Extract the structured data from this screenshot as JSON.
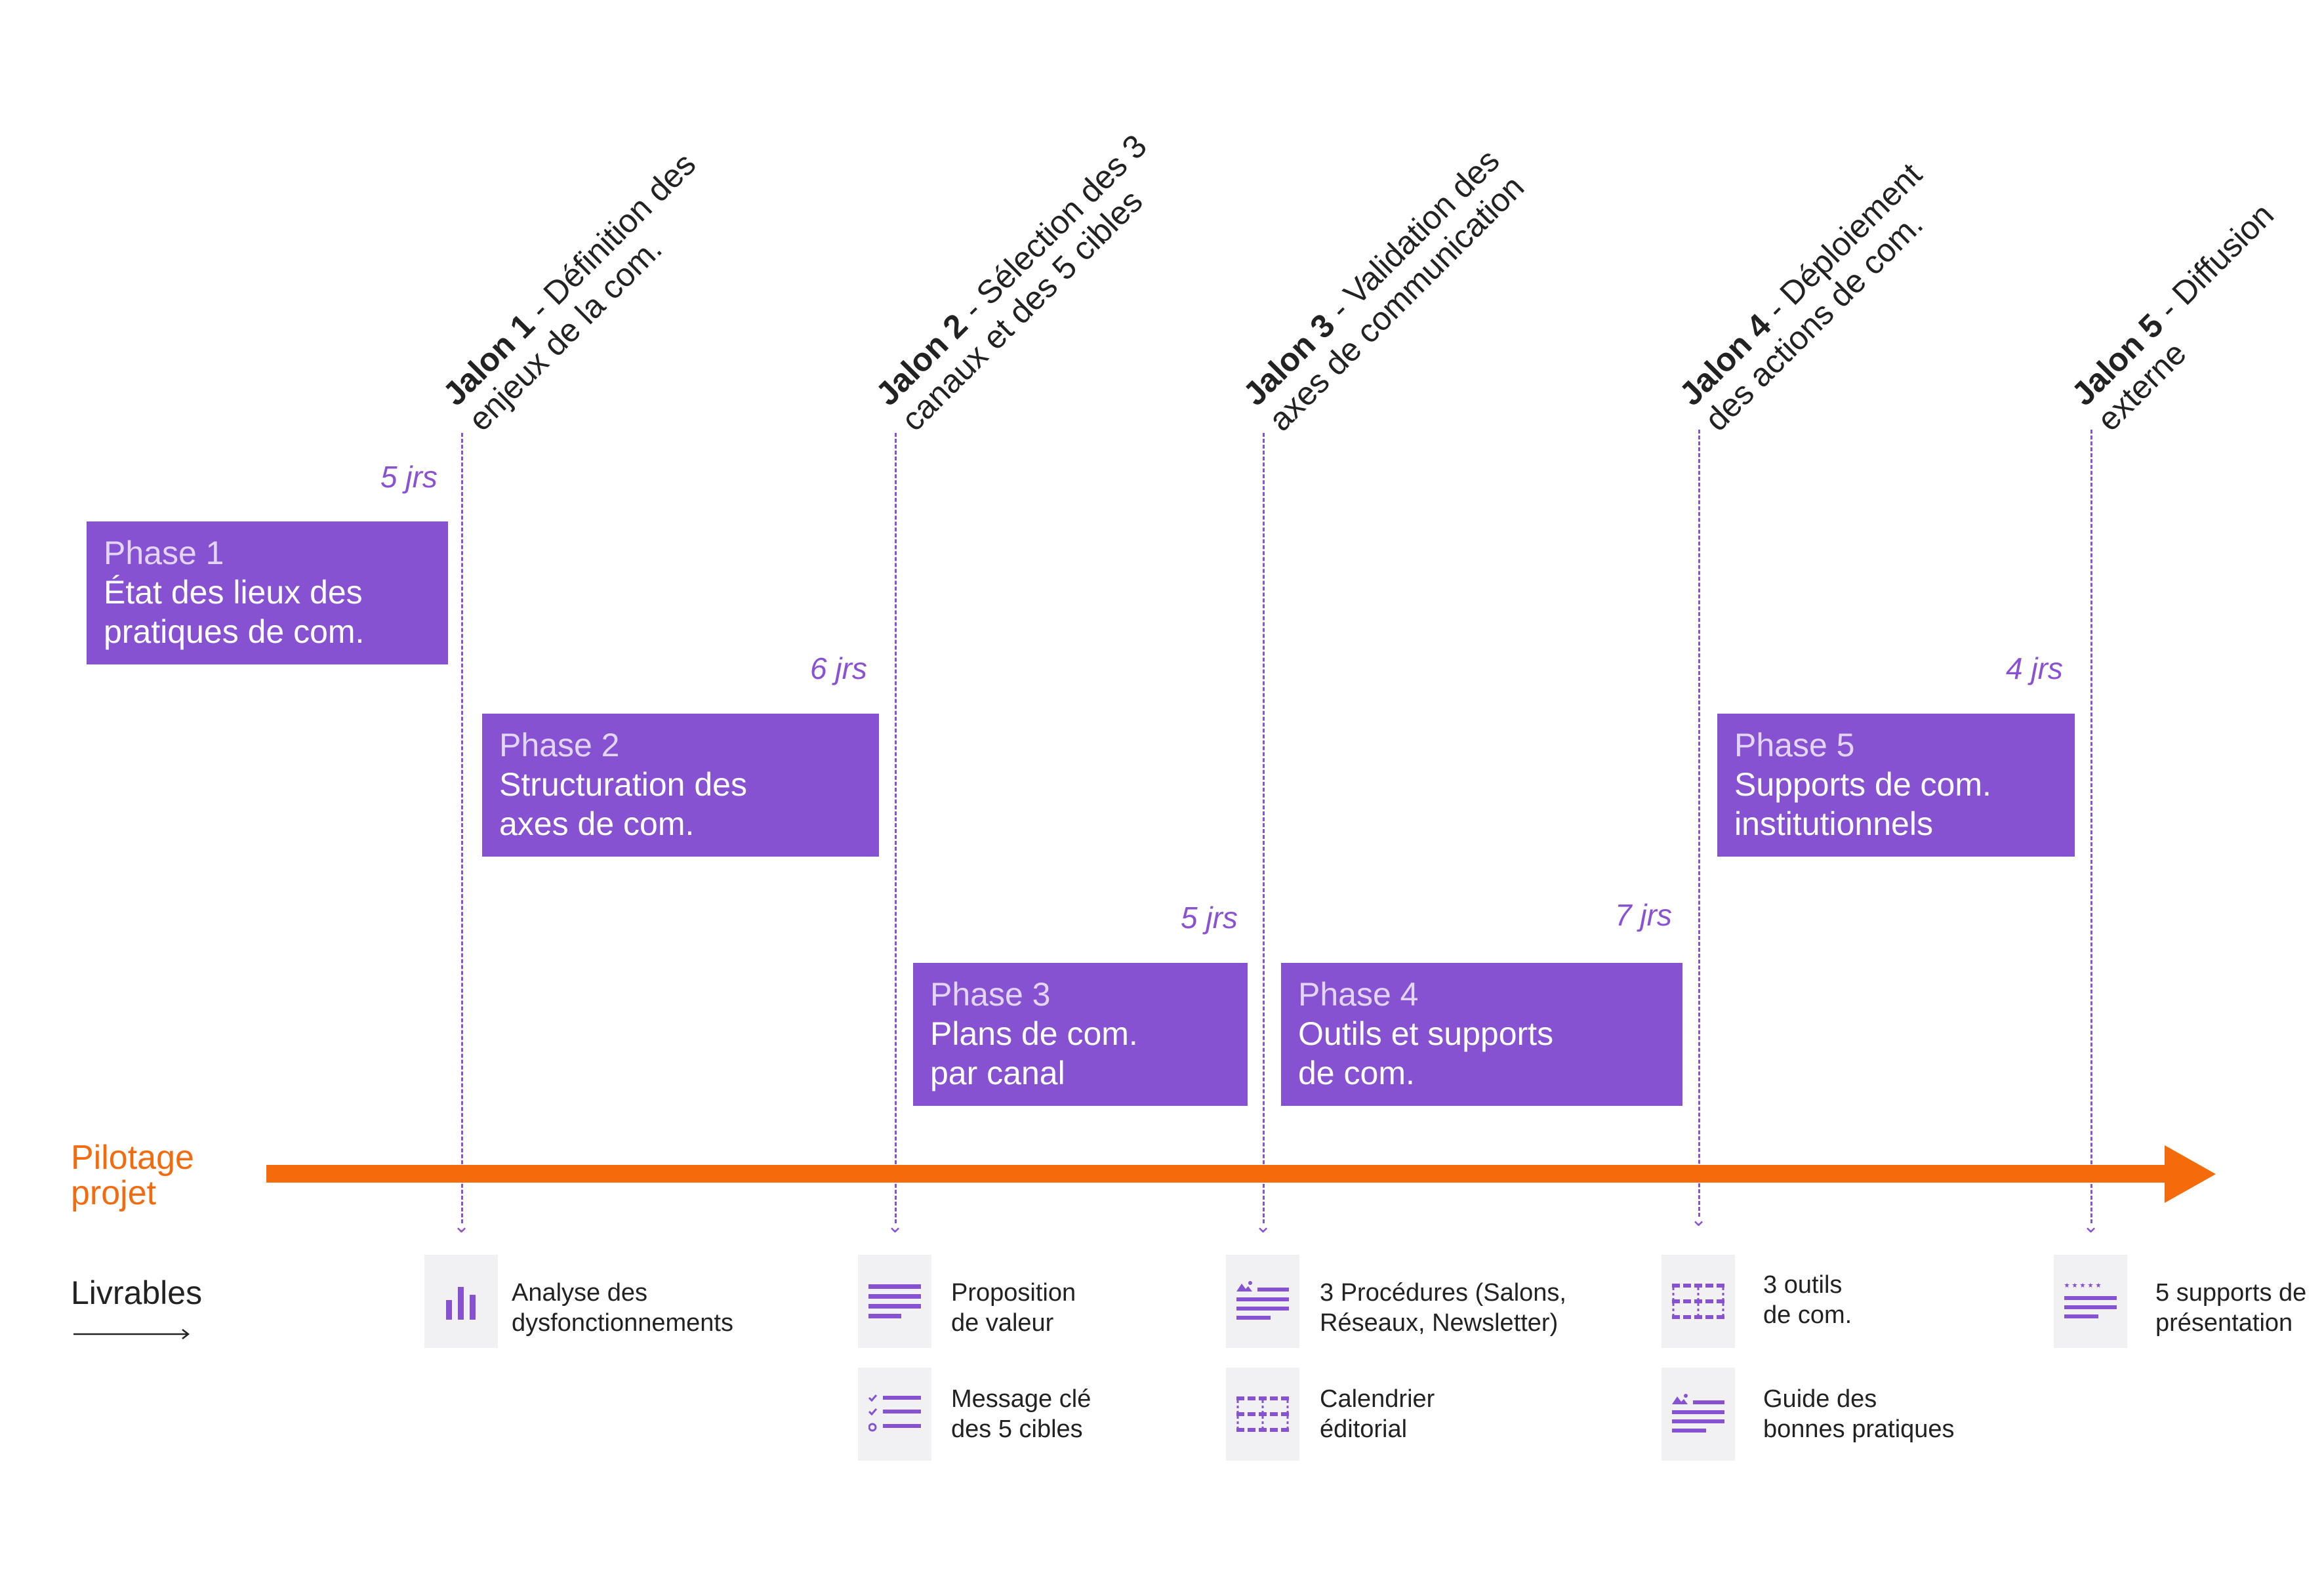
{
  "jalons": [
    {
      "bold": "Jalon 1",
      "rest1": " - Définition des",
      "rest2": "enjeux de la com."
    },
    {
      "bold": "Jalon 2",
      "rest1": " - Sélection des 3",
      "rest2": "canaux et des 5 cibles"
    },
    {
      "bold": "Jalon 3",
      "rest1": " - Validation des",
      "rest2": "axes de communication"
    },
    {
      "bold": "Jalon 4",
      "rest1": " - Déploiement",
      "rest2": "des actions de com."
    },
    {
      "bold": "Jalon 5",
      "rest1": " - Diffusion",
      "rest2": "externe"
    }
  ],
  "phases": [
    {
      "number": "Phase 1",
      "line1": "État des lieux des",
      "line2": "pratiques de com.",
      "duration": "5 jrs"
    },
    {
      "number": "Phase 2",
      "line1": "Structuration des",
      "line2": "axes de com.",
      "duration": "6 jrs"
    },
    {
      "number": "Phase 3",
      "line1": "Plans de com.",
      "line2": "par canal",
      "duration": "5 jrs"
    },
    {
      "number": "Phase 4",
      "line1": "Outils et supports",
      "line2": "de com.",
      "duration": "7 jrs"
    },
    {
      "number": "Phase 5",
      "line1": "Supports de com.",
      "line2": "institutionnels",
      "duration": "4 jrs"
    }
  ],
  "pilotage": {
    "line1": "Pilotage",
    "line2": "projet"
  },
  "livrables_label": "Livrables",
  "deliverables": [
    {
      "icon": "bar-chart-icon",
      "line1": "Analyse des",
      "line2": "dysfonctionnements"
    },
    {
      "icon": "text-lines-icon",
      "line1": "Proposition",
      "line2": "de valeur"
    },
    {
      "icon": "checklist-icon",
      "line1": "Message clé",
      "line2": "des 5 cibles"
    },
    {
      "icon": "image-text-icon",
      "line1": "3 Procédures (Salons,",
      "line2": "Réseaux, Newsletter)"
    },
    {
      "icon": "calendar-grid-icon",
      "line1": "Calendrier",
      "line2": "éditorial"
    },
    {
      "icon": "calendar-grid-icon",
      "line1": "3 outils",
      "line2": "de com."
    },
    {
      "icon": "image-text-icon",
      "line1": "Guide des",
      "line2": "bonnes pratiques"
    },
    {
      "icon": "rating-list-icon",
      "line1": "5 supports de",
      "line2": "présentation"
    }
  ],
  "colors": {
    "purple": "#8652d1",
    "orange": "#f46b0c",
    "tile": "#f1f0f2"
  }
}
